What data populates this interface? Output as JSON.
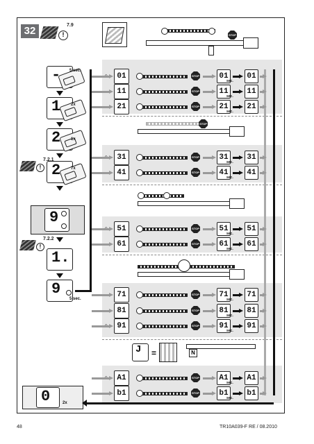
{
  "figure": {
    "number": "32"
  },
  "refs": {
    "ref_79": "7.9",
    "ref_721": "7.2.1",
    "ref_722": "7.2.2"
  },
  "press_labels": {
    "five_sec": "5 sec.",
    "two_x": "2x",
    "one_x": "1x",
    "seven_x": "7x",
    "sec": "sec."
  },
  "left_column": {
    "display_dash": "-",
    "display_1": "1.",
    "display_2": "2.",
    "display_2b": "2.",
    "display_9": "9",
    "display_1b": "1.",
    "display_9b": "9",
    "display_0": "0"
  },
  "rows": [
    {
      "code": "01",
      "result1": "01",
      "result2": "01",
      "group": 1
    },
    {
      "code": "11",
      "result1": "11",
      "result2": "11",
      "group": 1
    },
    {
      "code": "21",
      "result1": "21",
      "result2": "21",
      "group": 1
    },
    {
      "code": "31",
      "result1": "31",
      "result2": "31",
      "group": 2
    },
    {
      "code": "41",
      "result1": "41",
      "result2": "41",
      "group": 2
    },
    {
      "code": "51",
      "result1": "51",
      "result2": "51",
      "group": 3
    },
    {
      "code": "61",
      "result1": "61",
      "result2": "61",
      "group": 3
    },
    {
      "code": "71",
      "result1": "71",
      "result2": "71",
      "group": 4
    },
    {
      "code": "81",
      "result1": "81",
      "result2": "81",
      "group": 4
    },
    {
      "code": "91",
      "result1": "91",
      "result2": "91",
      "group": 4
    },
    {
      "code": "A1",
      "result1": "A1",
      "result2": "A1",
      "group": 5
    },
    {
      "code": "b1",
      "result1": "b1",
      "result2": "b1",
      "group": 5
    }
  ],
  "stop_label": "STOP",
  "n_label": "N",
  "footer": {
    "page": "48",
    "doc": "TR10A039-F  RE / 08.2010"
  }
}
